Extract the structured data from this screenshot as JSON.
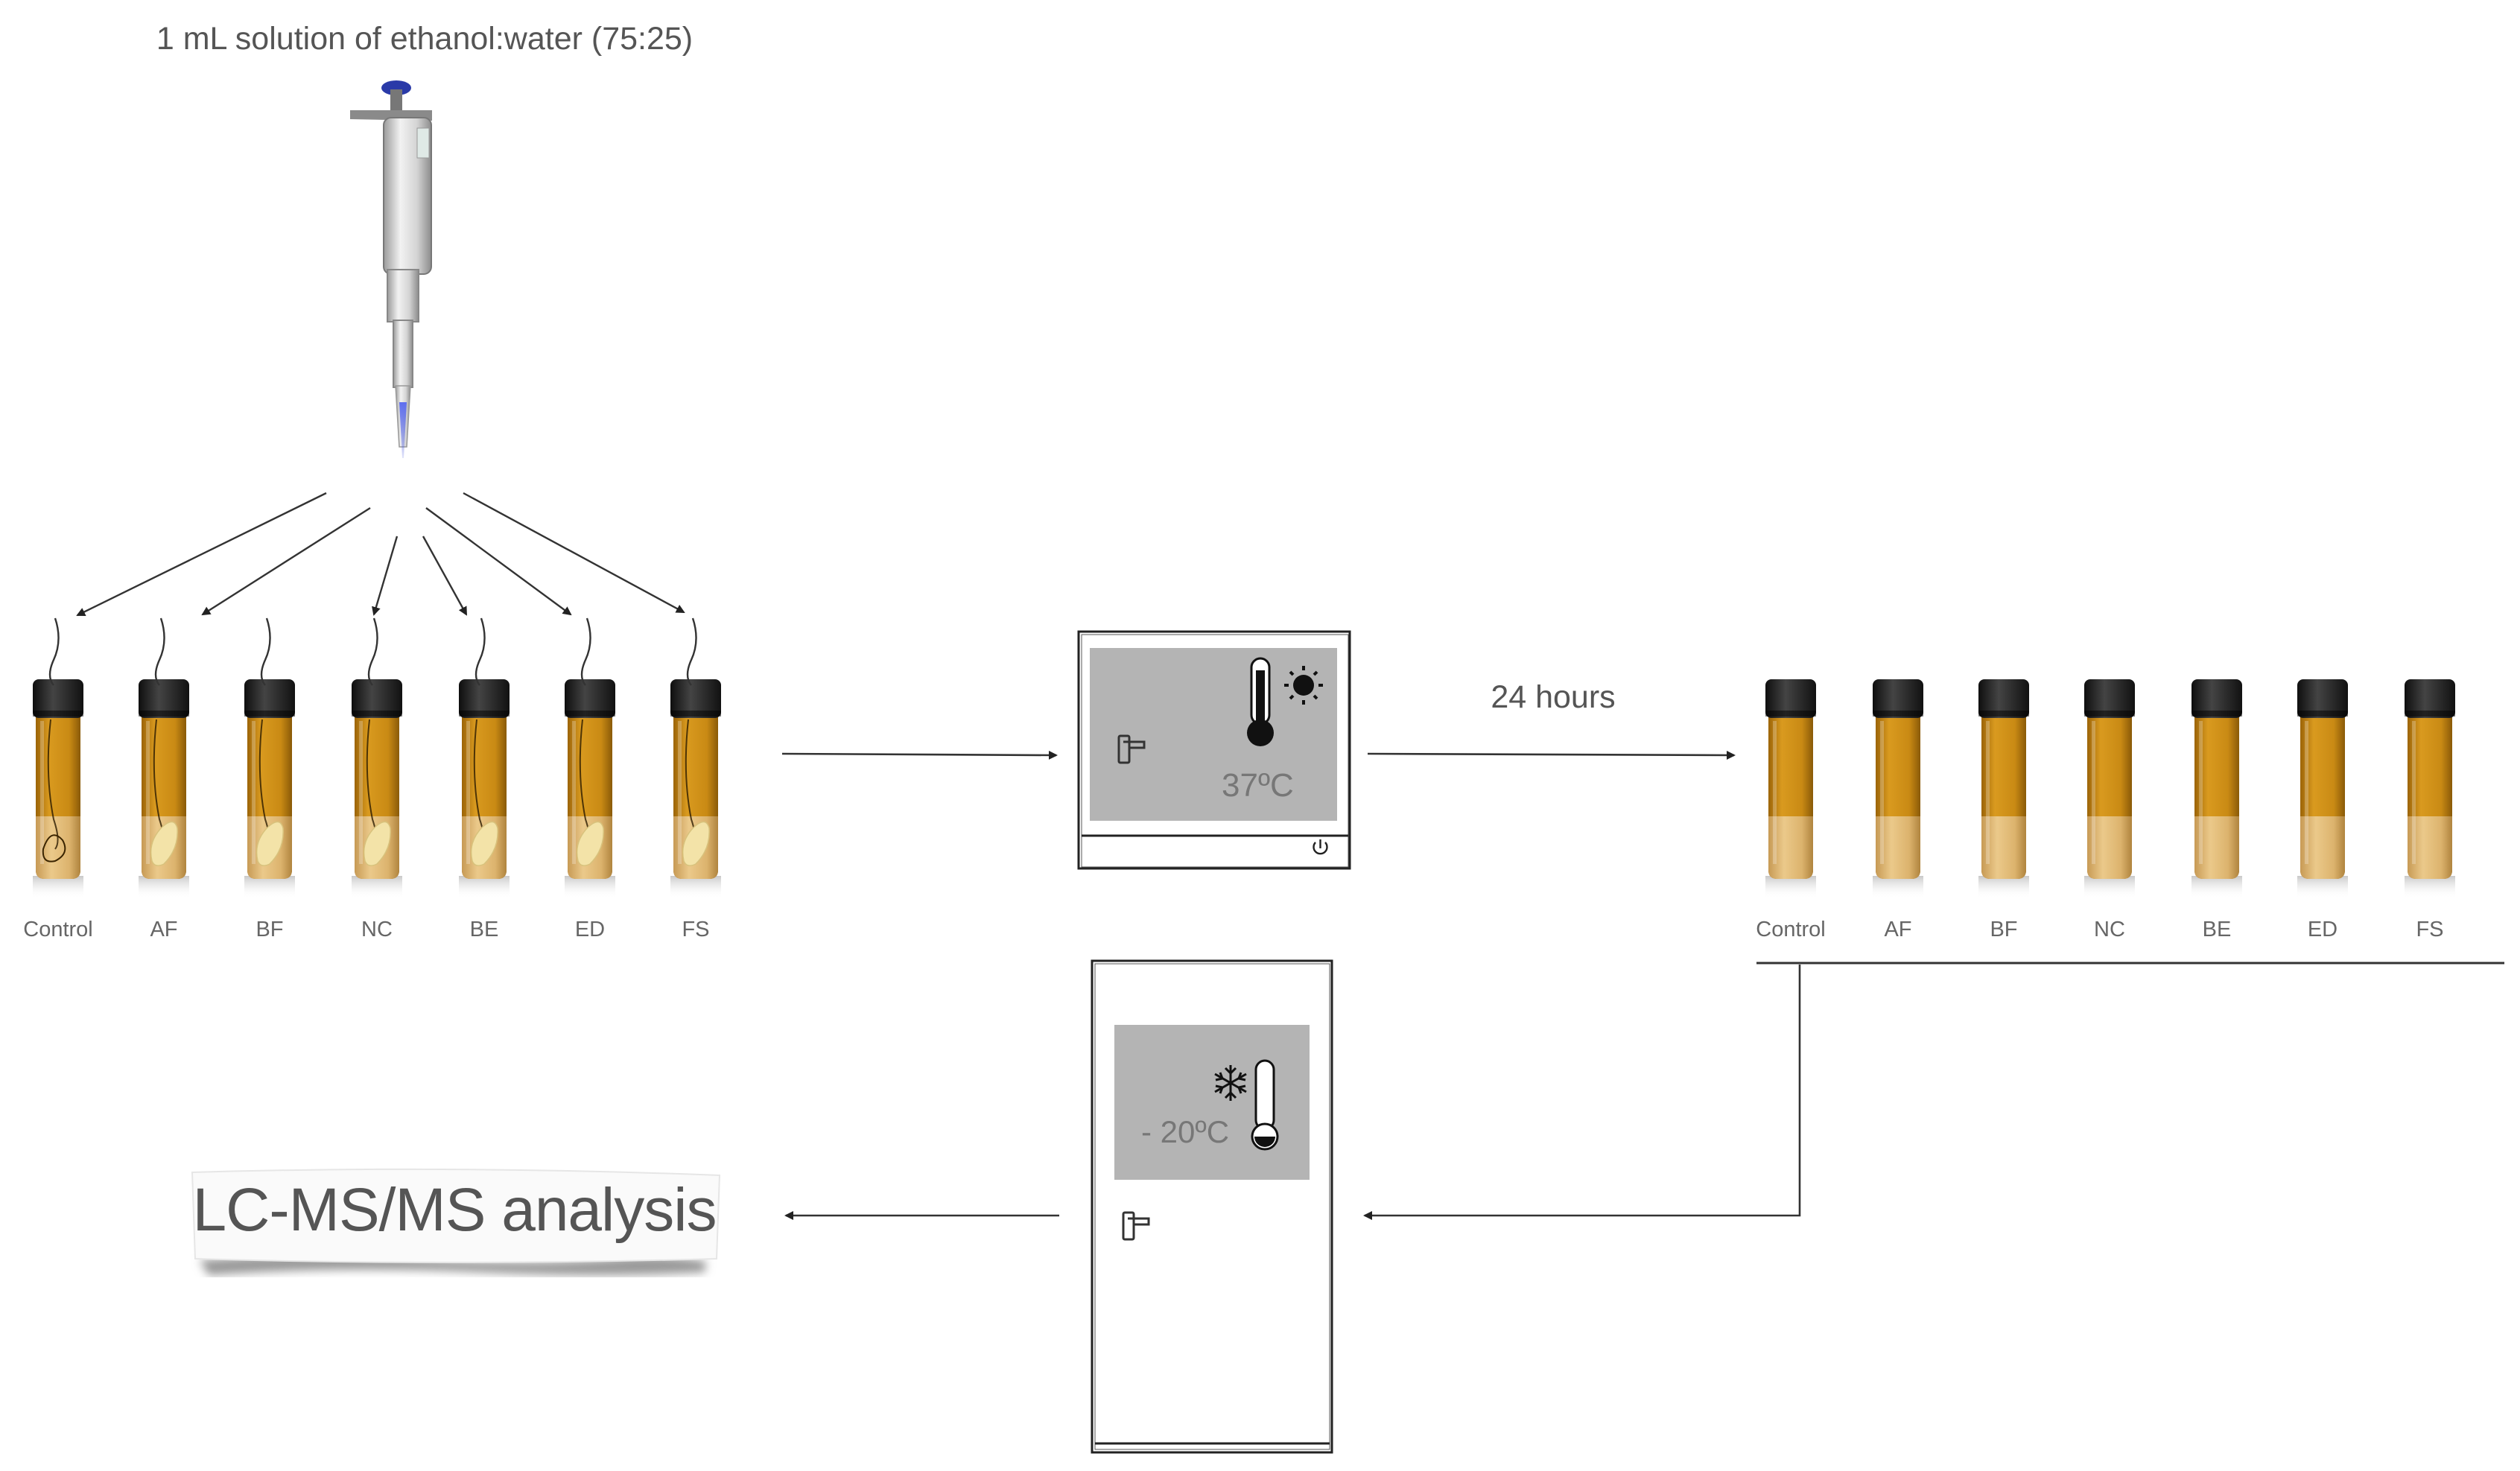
{
  "pipette": {
    "instruction": "1 mL solution of ethanol:water (75:25)"
  },
  "incubator": {
    "temperature": "37ºC",
    "icons": [
      "thermometer-icon",
      "sun-icon",
      "door-handle-icon",
      "power-icon"
    ]
  },
  "incubation": {
    "duration": "24 hours"
  },
  "freezer": {
    "temperature": "- 20ºC",
    "icons": [
      "snowflake-icon",
      "thermometer-icon",
      "door-handle-icon"
    ]
  },
  "analysis": {
    "label": "LC-MS/MS analysis"
  },
  "before_samples": [
    "Control",
    "AF",
    "BF",
    "NC",
    "BE",
    "ED",
    "FS"
  ],
  "after_samples": [
    "Control",
    "AF",
    "BF",
    "NC",
    "BE",
    "ED",
    "FS"
  ],
  "colors": {
    "vial_amber": "#c98a14",
    "vial_liquid": "#e0b870",
    "cap": "#1e1e1e",
    "screen_gray": "#b4b4b4",
    "pipette_tip": "#3a4bd8"
  }
}
